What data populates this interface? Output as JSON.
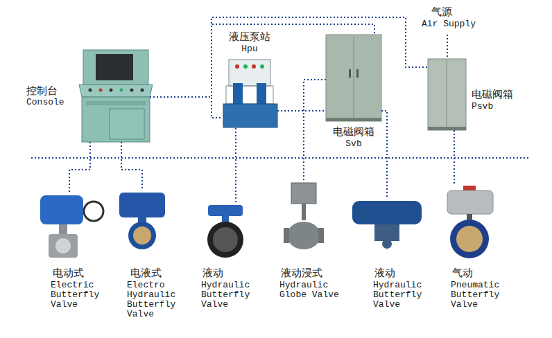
{
  "diagram": {
    "nodes": [
      {
        "text": [
          "控制台",
          "Console"
        ]
      },
      {
        "text": [
          "液压泵站",
          "Hpu"
        ]
      },
      {
        "text": [
          "电磁阀箱",
          "Svb"
        ]
      },
      {
        "text": [
          "电磁阀箱",
          "Psvb"
        ]
      },
      {
        "text": [
          "电动式",
          "Electric Butterfly Valve"
        ]
      },
      {
        "text": [
          "电液式",
          "Electro Hydraulic Butterfly Valve"
        ]
      },
      {
        "text": [
          "液动",
          "Hydraulic Butterfly Valve"
        ]
      },
      {
        "text": [
          "液动浸式",
          "Hydraulic Globe Valve"
        ]
      },
      {
        "text": [
          "液动",
          "Hydraulic Butterfly Valve"
        ]
      },
      {
        "text": [
          "气动",
          "Pneumatic Butterfly Valve"
        ]
      }
    ],
    "edges": [
      {
        "from": 0,
        "to": 1,
        "arrow": "none"
      },
      {
        "from": 0,
        "to": 2,
        "arrow": "none"
      },
      {
        "from": 0,
        "to": 3,
        "arrow": "none"
      },
      {
        "from": 1,
        "to": 2,
        "arrow": "none"
      },
      {
        "from": 0,
        "to": 4,
        "arrow": "none"
      },
      {
        "from": 0,
        "to": 5,
        "arrow": "none"
      },
      {
        "from": 1,
        "to": 6,
        "arrow": "none"
      },
      {
        "from": 2,
        "to": 7,
        "arrow": "none"
      },
      {
        "from": 2,
        "to": 8,
        "arrow": "none"
      },
      {
        "from": 3,
        "to": 9,
        "arrow": "none"
      }
    ],
    "labels": [
      "气源",
      "Air Supply"
    ]
  }
}
